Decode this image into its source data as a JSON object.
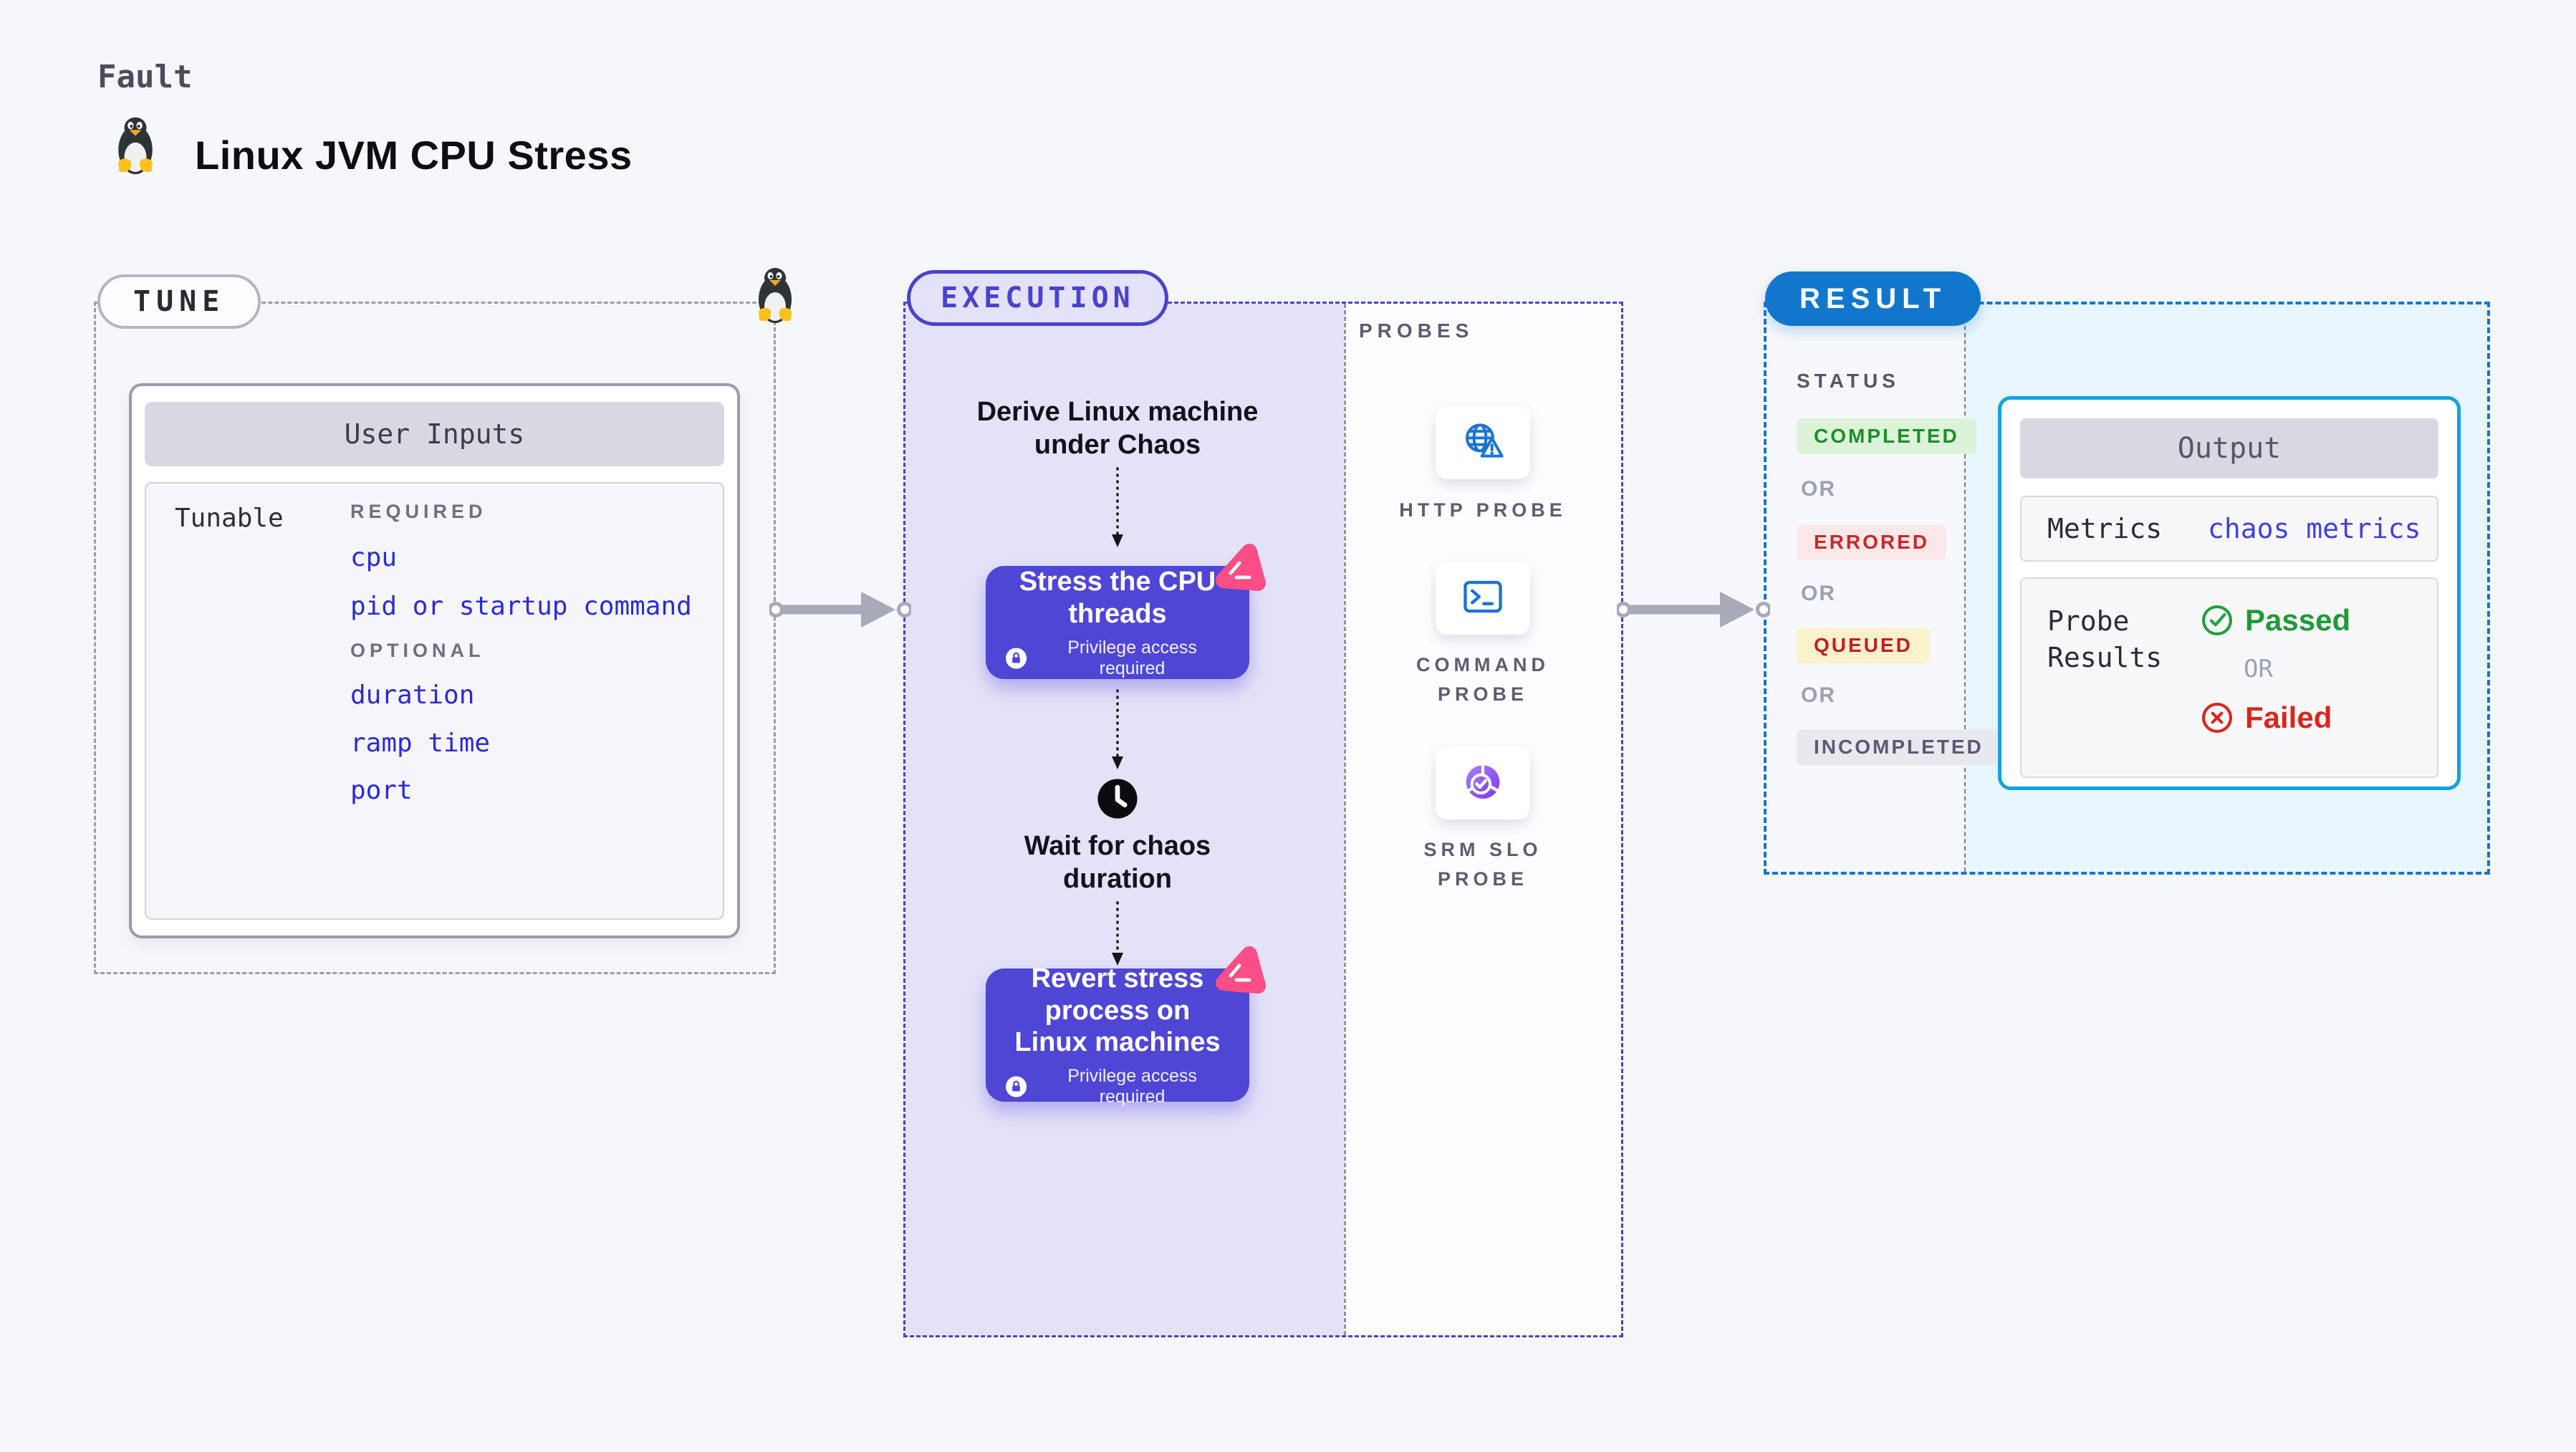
{
  "header": {
    "category": "Fault",
    "title": "Linux JVM CPU Stress",
    "os_icon": "tux-penguin-icon"
  },
  "tune": {
    "badge": "TUNE",
    "card_title": "User Inputs",
    "row_label": "Tunable",
    "required_label": "REQUIRED",
    "required_items": [
      "cpu",
      "pid or startup command"
    ],
    "optional_label": "OPTIONAL",
    "optional_items": [
      "duration",
      "ramp time",
      "port"
    ],
    "accent_color": "#2b2bd3",
    "border_color": "#9aa0ae"
  },
  "execution": {
    "badge": "EXECUTION",
    "accent_color": "#4a43cb",
    "panel_color": "#e4e2f8",
    "action_color": "#4f46d6",
    "chaos_icon_color": "#fb4e87",
    "steps": {
      "derive": {
        "label": "Derive Linux machine under Chaos"
      },
      "stress": {
        "label": "Stress the CPU threads",
        "note": "Privilege access required",
        "icon": "lock-icon"
      },
      "wait": {
        "label": "Wait for chaos duration",
        "icon": "clock-icon"
      },
      "revert": {
        "label": "Revert stress process on Linux machines",
        "note": "Privilege access required",
        "icon": "lock-icon"
      }
    }
  },
  "probes": {
    "heading": "PROBES",
    "items": [
      {
        "label": "HTTP PROBE",
        "icon": "globe-warning-icon",
        "icon_color": "#1b74d2"
      },
      {
        "label": "COMMAND PROBE",
        "icon": "terminal-icon",
        "icon_color": "#1b74d2"
      },
      {
        "label": "SRM SLO PROBE",
        "icon": "slo-pie-check-icon",
        "icon_color": "#8b5cf6"
      }
    ]
  },
  "result": {
    "badge": "RESULT",
    "accent_color": "#1277cc",
    "status_heading": "STATUS",
    "or_label": "OR",
    "statuses": [
      {
        "label": "COMPLETED",
        "bg": "#dcf3da",
        "color": "#1d8e27"
      },
      {
        "label": "ERRORED",
        "bg": "#fbe9e9",
        "color": "#cd2727"
      },
      {
        "label": "QUEUED",
        "bg": "#fbf1cc",
        "color": "#bf2020"
      },
      {
        "label": "INCOMPLETED",
        "bg": "#e8e8ef",
        "color": "#5a5a72"
      }
    ],
    "output": {
      "title": "Output",
      "border_color": "#15a2de",
      "metrics_label": "Metrics",
      "metrics_value": "chaos metrics",
      "probe_results_label": "Probe Results",
      "passed_label": "Passed",
      "or_label": "OR",
      "failed_label": "Failed",
      "passed_color": "#1f9a38",
      "failed_color": "#d8271c"
    }
  }
}
